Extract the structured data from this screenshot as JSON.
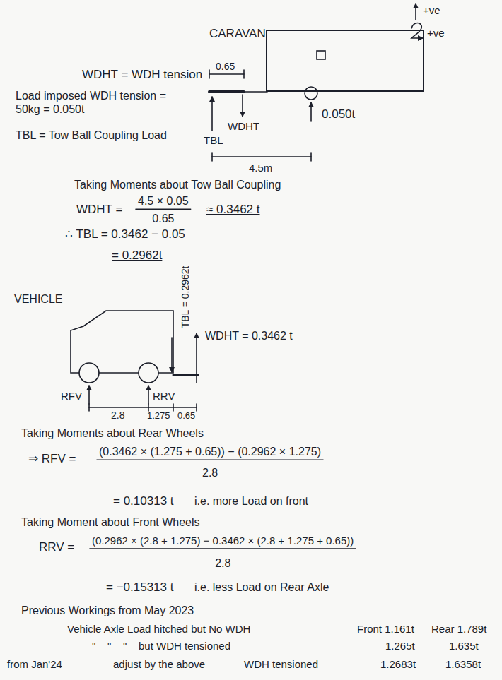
{
  "diagram": {
    "nodes": [
      {
        "text": [
          "CARAVAN"
        ]
      }
    ],
    "labels": [
      "+ve",
      "+ve",
      "WDHT = WDH tension",
      "0.65",
      "Load imposed WDH tension = 50kg = 0.050t",
      "TBL = Tow Ball Coupling Load",
      "WDHT",
      "TBL",
      "0.050t",
      "4.5m",
      "Taking Moments about Tow Ball Coupling",
      "WDHT =",
      "4.5 × 0.05",
      "0.65",
      "≈ 0.3462 t",
      "∴ TBL = 0.3462 − 0.05",
      "= 0.2962t",
      "VEHICLE",
      "TBL = 0.2962t",
      "WDHT = 0.3462 t",
      "RFV",
      "RRV",
      "2.8",
      "1.275",
      "0.65",
      "Taking Moments about Rear Wheels",
      "⇒ RFV =",
      "(0.3462 × (1.275 + 0.65)) − (0.2962 × 1.275)",
      "2.8",
      "= 0.10313 t",
      "i.e. more Load on front",
      "Taking Moment about Front Wheels",
      "RRV =",
      "(0.2962 × (2.8 + 1.275) − 0.3462 × (2.8 + 1.275 + 0.65))",
      "2.8",
      "= −0.15313 t",
      "i.e. less Load on Rear Axle",
      "Previous Workings from May 2023",
      "Vehicle Axle Load hitched but No WDH",
      "Front 1.161t",
      "Rear 1.789t",
      "\"    \"    \"    but WDH tensioned",
      "1.265t",
      "1.635t",
      "from Jan'24",
      "adjust by the above",
      "WDH tensioned",
      "1.2683t",
      "1.6358t"
    ]
  }
}
